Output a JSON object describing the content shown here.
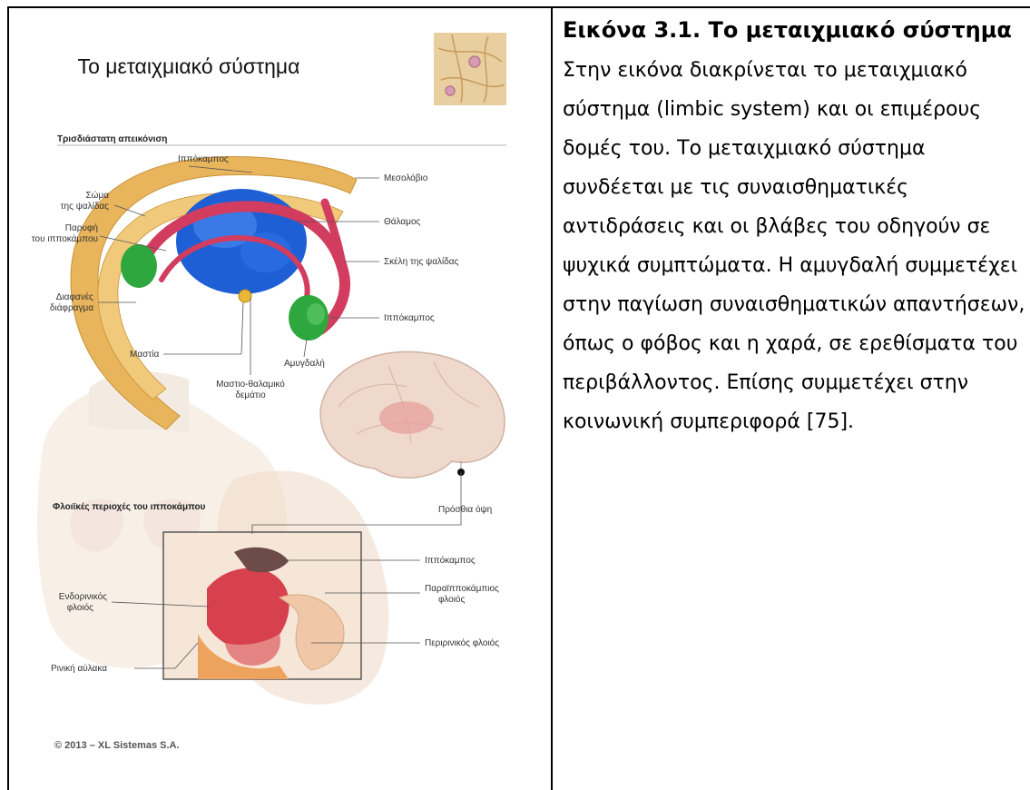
{
  "figure": {
    "title": "Το μεταιχμιακό σύστημα",
    "section_3d": "Τρισδιάστατη απεικόνιση",
    "section_cortex": "Φλοιϊκές περιοχές του ιπποκάμπου",
    "labels": {
      "hippocampus_top": "Ιππόκαμπος",
      "mesolobio": "Μεσολόβιο",
      "body_fornix_1": "Σώμα",
      "body_fornix_2": "της ψαλίδας",
      "thalamus": "Θάλαμος",
      "fimbria_1": "Παρυφή",
      "fimbria_2": "του ιπποκάμπου",
      "fornix_legs": "Σκέλη της ψαλίδας",
      "septum_1": "Διαφανές",
      "septum_2": "διάφραγμα",
      "hippocampus_right": "Ιππόκαμπος",
      "amygdala": "Αμυγδαλή",
      "mammillary": "Μαστία",
      "mt_tract_1": "Μαστιο-θαλαμικό",
      "mt_tract_2": "δεμάτιο",
      "anterior_view": "Πρόσθια όψη",
      "hippocampus_low": "Ιππόκαμπος",
      "parahippocampal_1": "Παραϊπποκάμπιος",
      "parahippocampal_2": "φλοιός",
      "entorhinal_1": "Ενδορινικός",
      "entorhinal_2": "φλοιός",
      "perirhinal": "Περιρινικός φλοιός",
      "rhinal_sulcus": "Ρινική αύλακα"
    },
    "copyright": "© 2013 – XL Sistemas S.A.",
    "colors": {
      "fornix": "#e8b45c",
      "thalamus": "#1e5fd6",
      "hippocampus_red": "#d23c5e",
      "amygdala": "#2ea83e",
      "tissue": "#efcdb0"
    }
  },
  "caption": {
    "title": "Εικόνα 3.1. Το μεταιχμιακό σύστημα",
    "body": "Στην εικόνα διακρίνεται το μεταιχμιακό σύστημα (limbic system) και οι επιμέρους δομές του. Το μεταιχμιακό σύστημα συνδέεται με τις συναισθηματικές αντιδράσεις και οι βλάβες του οδηγούν σε ψυχικά συμπτώματα. Η αμυγδαλή συμμετέχει στην παγίωση συναισθηματικών απαντήσεων, όπως ο φόβος και η χαρά, σε ερεθίσματα του περιβάλλοντος. Επίσης συμμετέχει στην κοινωνική συμπεριφορά [75]."
  }
}
